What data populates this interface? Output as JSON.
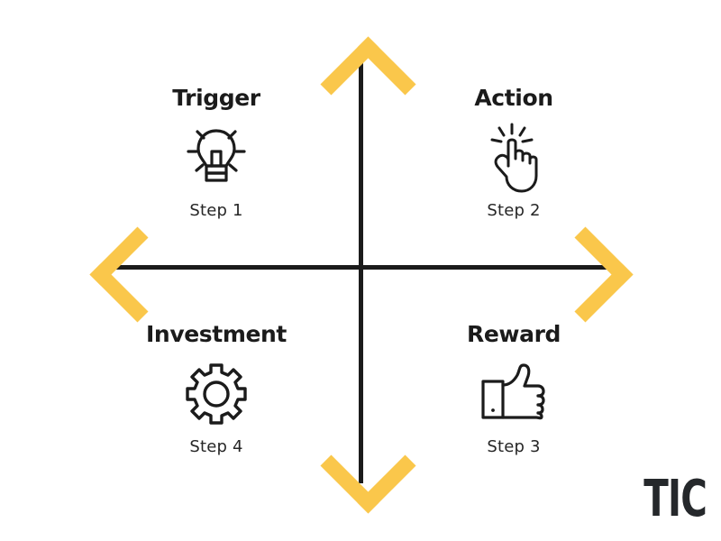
{
  "diagram": {
    "background_color": "#ffffff",
    "axis_color": "#1b1b1b",
    "accent_color": "#FAC74B",
    "arrows": [
      {
        "name": "up-arrow",
        "direction": "up"
      },
      {
        "name": "right-arrow",
        "direction": "right"
      },
      {
        "name": "down-arrow",
        "direction": "down"
      },
      {
        "name": "left-arrow",
        "direction": "left"
      }
    ],
    "quadrants": [
      {
        "position": "top-left",
        "title": "Trigger",
        "step": "Step 1",
        "icon": "lightbulb-icon"
      },
      {
        "position": "top-right",
        "title": "Action",
        "step": "Step 2",
        "icon": "pointing-hand-click-icon"
      },
      {
        "position": "bottom-left",
        "title": "Investment",
        "step": "Step 4",
        "icon": "gear-icon"
      },
      {
        "position": "bottom-right",
        "title": "Reward",
        "step": "Step 3",
        "icon": "thumbs-up-icon"
      }
    ]
  },
  "logo": {
    "text": "TIC",
    "color": "#25282b"
  }
}
